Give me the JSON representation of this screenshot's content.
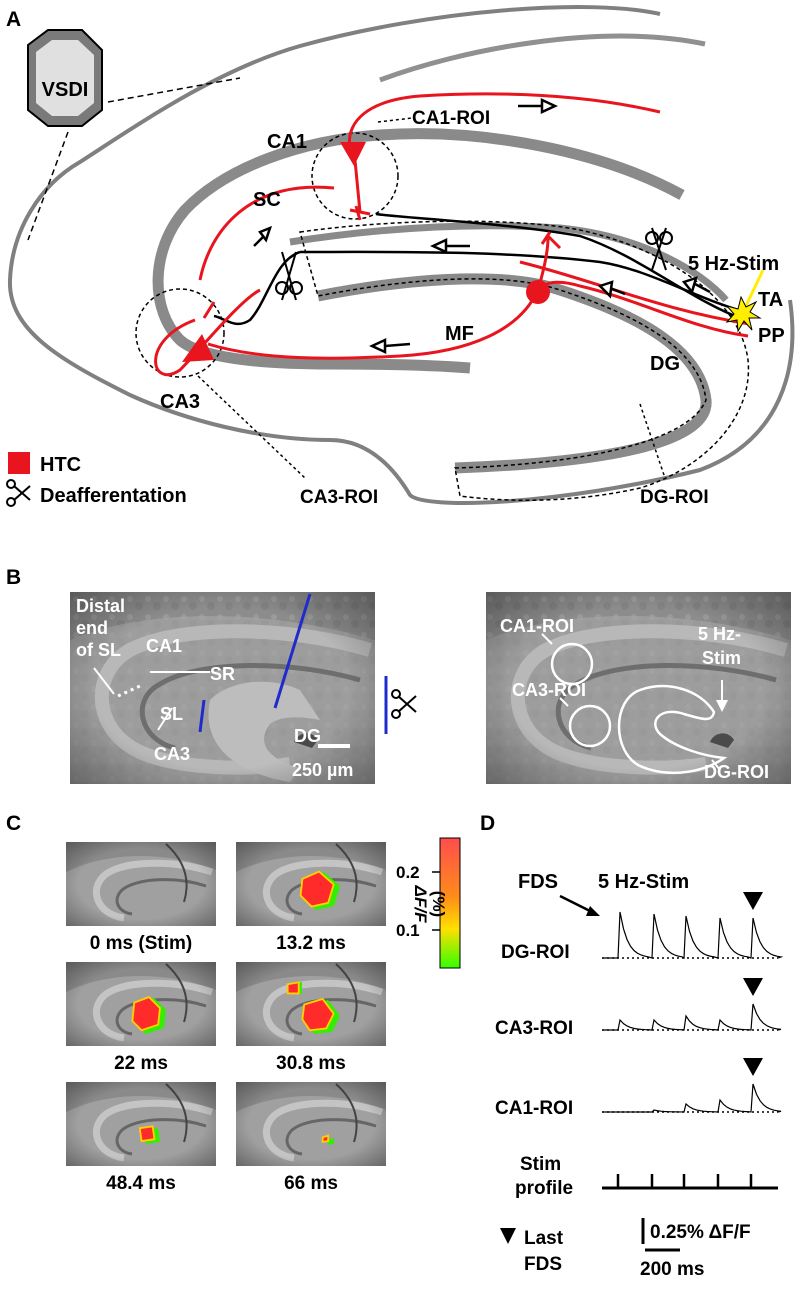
{
  "panel_a": {
    "letter": "A",
    "vsdi": "VSDI",
    "ca1": "CA1",
    "ca1_roi": "CA1-ROI",
    "sc": "SC",
    "stim": "5 Hz-Stim",
    "ta": "TA",
    "pp": "PP",
    "mf": "MF",
    "dg": "DG",
    "ca3": "CA3",
    "ca3_roi": "CA3-ROI",
    "dg_roi": "DG-ROI",
    "legend_htc": "HTC",
    "legend_deaff": "Deafferentation",
    "colors": {
      "htc": "#e8141e",
      "tissue": "#808080",
      "stim_flash": "#ffee00"
    }
  },
  "panel_b": {
    "letter": "B",
    "distal_1": "Distal",
    "distal_2": "end",
    "distal_3": "of SL",
    "ca1": "CA1",
    "sr": "SR",
    "sl": "SL",
    "ca3": "CA3",
    "dg": "DG",
    "scale": "250 µm",
    "ca1_roi": "CA1-ROI",
    "ca3_roi": "CA3-ROI",
    "stim_1": "5 Hz-",
    "stim_2": "Stim",
    "dg_roi": "DG-ROI",
    "colors": {
      "cut": "#1f2ccc"
    }
  },
  "panel_c": {
    "letter": "C",
    "frames": [
      {
        "time": "0 ms (Stim)"
      },
      {
        "time": "13.2 ms"
      },
      {
        "time": "22 ms"
      },
      {
        "time": "30.8 ms"
      },
      {
        "time": "48.4 ms"
      },
      {
        "time": "66 ms"
      }
    ],
    "colorbar": {
      "title": "ΔF/F",
      "unit": "(%)",
      "ticks": [
        "0.2",
        "0.1"
      ],
      "min_color": "#3aff00",
      "mid_color": "#ffdd00",
      "max_color": "#ff3a3a"
    }
  },
  "panel_d": {
    "letter": "D",
    "fds": "FDS",
    "stim": "5 Hz-Stim",
    "traces": [
      {
        "name": "DG-ROI"
      },
      {
        "name": "CA3-ROI"
      },
      {
        "name": "CA1-ROI"
      }
    ],
    "stim_profile_1": "Stim",
    "stim_profile_2": "profile",
    "last_fds_1": "Last",
    "last_fds_2": "FDS",
    "scale_y": "0.25% ΔF/F",
    "scale_x": "200 ms"
  }
}
